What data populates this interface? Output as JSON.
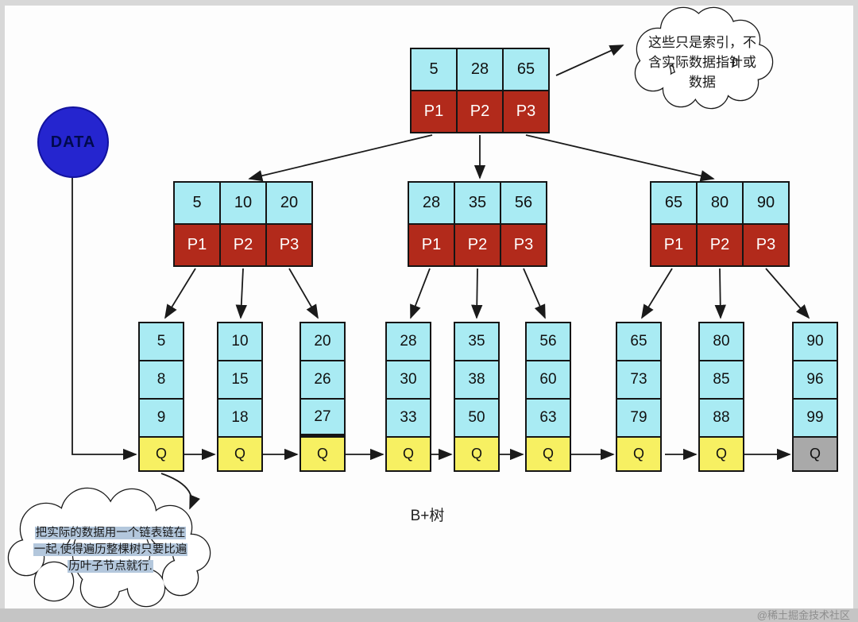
{
  "page": {
    "title_label": "B+树",
    "watermark": "@稀土掘金技术社区"
  },
  "data_node": {
    "label": "DATA"
  },
  "root": {
    "keys": [
      "5",
      "28",
      "65"
    ],
    "pointers": [
      "P1",
      "P2",
      "P3"
    ]
  },
  "internal_nodes": [
    {
      "keys": [
        "5",
        "10",
        "20"
      ],
      "pointers": [
        "P1",
        "P2",
        "P3"
      ]
    },
    {
      "keys": [
        "28",
        "35",
        "56"
      ],
      "pointers": [
        "P1",
        "P2",
        "P3"
      ]
    },
    {
      "keys": [
        "65",
        "80",
        "90"
      ],
      "pointers": [
        "P1",
        "P2",
        "P3"
      ]
    }
  ],
  "leaves": [
    {
      "values": [
        "5",
        "8",
        "9"
      ],
      "tail": "Q"
    },
    {
      "values": [
        "10",
        "15",
        "18"
      ],
      "tail": "Q"
    },
    {
      "values": [
        "20",
        "26",
        "27"
      ],
      "tail": "Q"
    },
    {
      "values": [
        "28",
        "30",
        "33"
      ],
      "tail": "Q"
    },
    {
      "values": [
        "35",
        "38",
        "50"
      ],
      "tail": "Q"
    },
    {
      "values": [
        "56",
        "60",
        "63"
      ],
      "tail": "Q"
    },
    {
      "values": [
        "65",
        "73",
        "79"
      ],
      "tail": "Q"
    },
    {
      "values": [
        "80",
        "85",
        "88"
      ],
      "tail": "Q"
    },
    {
      "values": [
        "90",
        "96",
        "99"
      ],
      "tail": "Q"
    }
  ],
  "callouts": {
    "top_right": {
      "lines": [
        "这些只是索引，不",
        "含实际数据指针或",
        "数据"
      ]
    },
    "bottom_left": {
      "lines": [
        "把实际的数据用一个链表链在",
        "一起,使得遍历整棵树只要比遍",
        "历叶子节点就行."
      ]
    }
  },
  "colors": {
    "index_cell_bg": "#a9ebf3",
    "pointer_cell_bg": "#b22a1b",
    "leaf_tail_bg": "#f7f062",
    "leaf_tail_last_bg": "#a9a9a9",
    "data_circle_bg": "#2525cf",
    "arrow": "#1a1a1a"
  }
}
